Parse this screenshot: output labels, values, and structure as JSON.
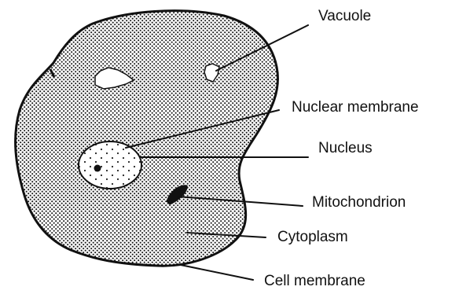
{
  "diagram": {
    "labels": {
      "vacuole": "Vacuole",
      "nuclear_membrane": "Nuclear membrane",
      "nucleus": "Nucleus",
      "mitochondrion": "Mitochondrion",
      "cytoplasm": "Cytoplasm",
      "cell_membrane": "Cell membrane"
    }
  }
}
